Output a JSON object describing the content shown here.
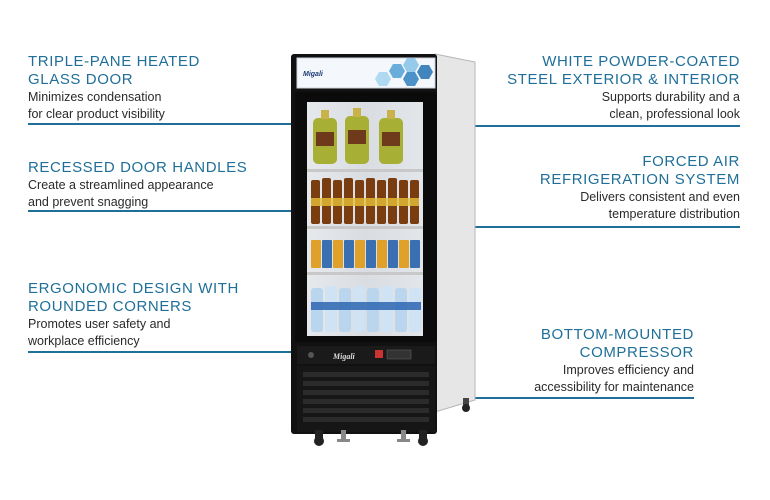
{
  "callouts": {
    "glass_door": {
      "title": "TRIPLE-PANE HEATED\nGLASS DOOR",
      "desc": "Minimizes condensation\nfor clear product visibility"
    },
    "door_handles": {
      "title": "RECESSED DOOR HANDLES",
      "desc": "Create a streamlined appearance\nand prevent snagging"
    },
    "ergonomic": {
      "title": "ERGONOMIC DESIGN WITH\nROUNDED CORNERS",
      "desc": "Promotes user safety and\nworkplace efficiency"
    },
    "exterior": {
      "title": "WHITE POWDER-COATED\nSTEEL EXTERIOR & INTERIOR",
      "desc": "Supports durability and a\nclean, professional look"
    },
    "refrigeration": {
      "title": "FORCED AIR\nREFRIGERATION SYSTEM",
      "desc": "Delivers consistent and even\ntemperature distribution"
    },
    "compressor": {
      "title": "BOTTOM-MOUNTED\nCOMPRESSOR",
      "desc": "Improves efficiency and\naccessibility for maintenance"
    }
  },
  "product": {
    "brand_header": "Migali",
    "brand_base": "Migali"
  },
  "colors": {
    "accent": "#1f6f98",
    "cabinet": "#e8e8e8",
    "frame": "#111111"
  }
}
